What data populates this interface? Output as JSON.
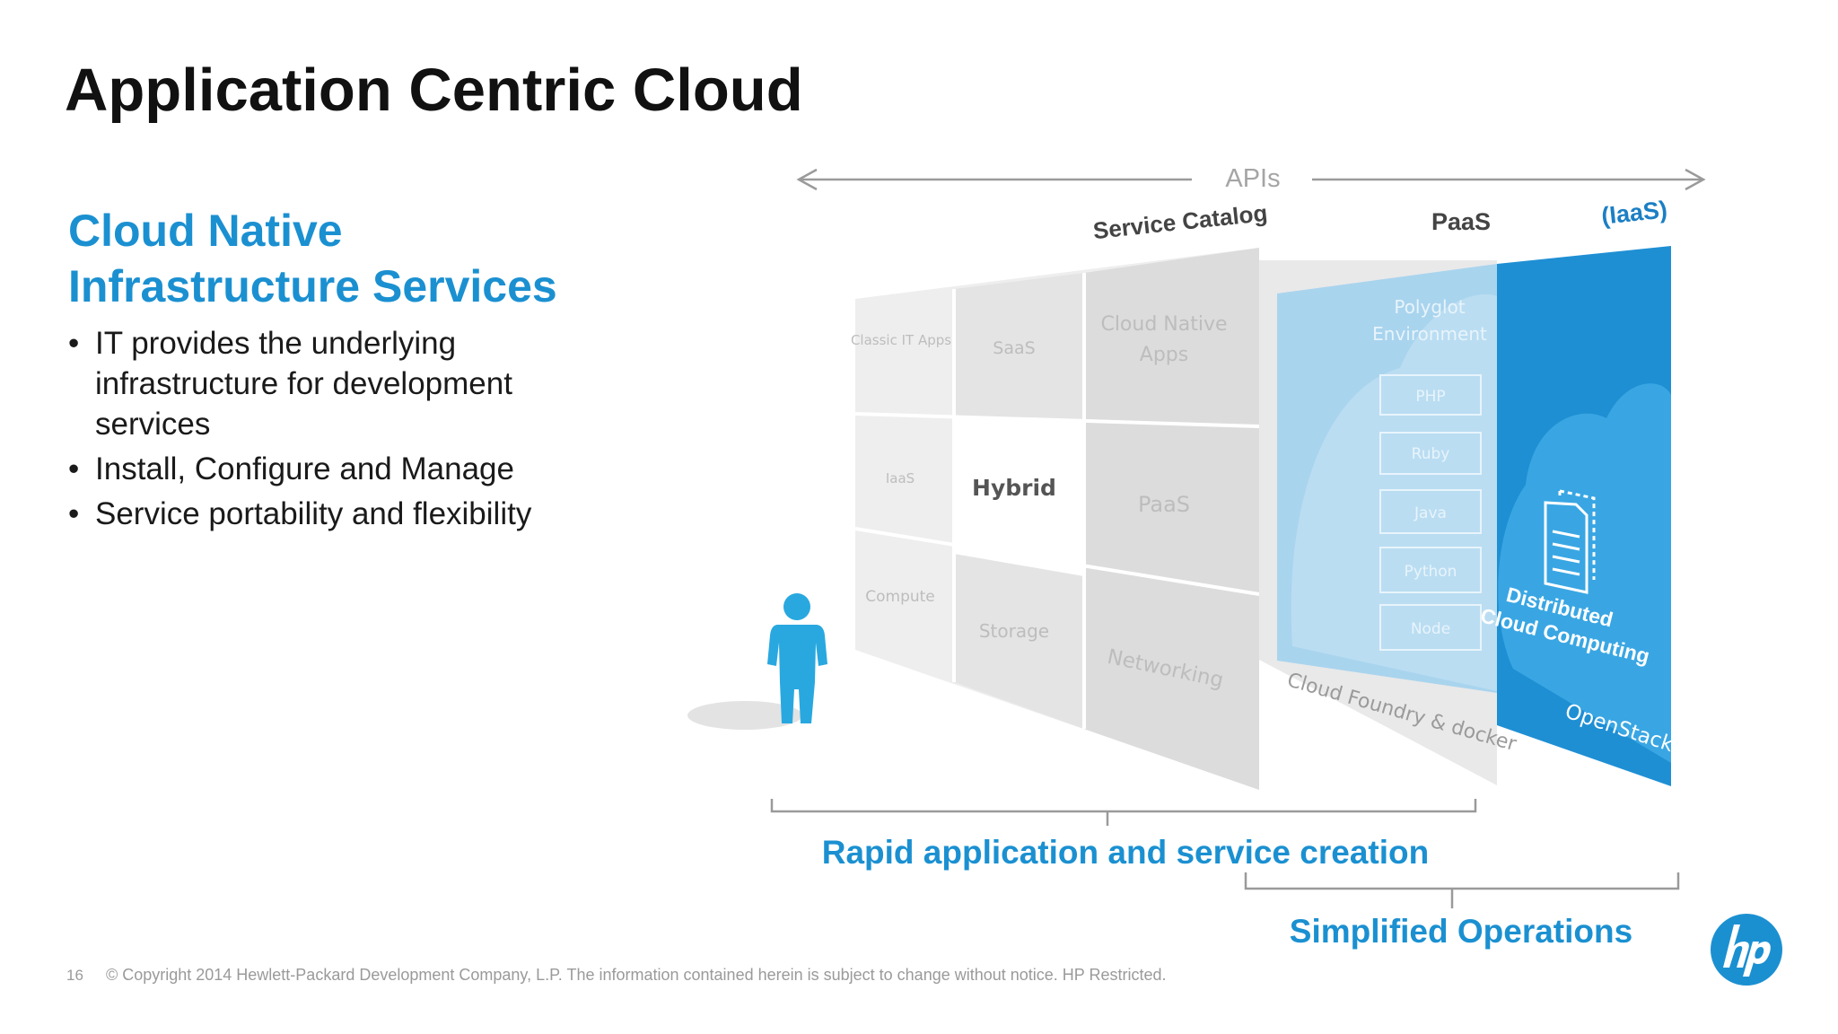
{
  "slide": {
    "title": "Application Centric Cloud",
    "subtitle_line1": "Cloud Native",
    "subtitle_line2": "Infrastructure Services",
    "bullets": [
      "IT provides the underlying infrastructure for development services",
      "Install, Configure and Manage",
      "Service portability and flexibility"
    ],
    "page_number": "16",
    "copyright": "© Copyright 2014 Hewlett-Packard Development Company, L.P.  The information contained herein is subject to change without notice. HP Restricted."
  },
  "diagram": {
    "apis_label": "APIs",
    "layer_labels": {
      "catalog": "Service Catalog",
      "paas": "PaaS",
      "iaas": "(IaaS)"
    },
    "catalog_cells": {
      "r1c1": "Classic IT Apps",
      "r1c2": "SaaS",
      "r1c3_line1": "Cloud Native",
      "r1c3_line2": "Apps",
      "r2c1": "IaaS",
      "r2c2": "Hybrid",
      "r2c3": "PaaS",
      "r3c1": "Compute",
      "r3c2": "Storage",
      "r3c3": "Networking"
    },
    "paas_panel": {
      "heading_line1": "Polyglot",
      "heading_line2": "Environment",
      "languages": [
        "PHP",
        "Ruby",
        "Java",
        "Python",
        "Node"
      ],
      "footer": "Cloud Foundry & docker"
    },
    "iaas_panel": {
      "line1": "Distributed",
      "line2": "Cloud Computing",
      "footer": "OpenStack"
    },
    "brace_rapid": "Rapid application and service creation",
    "brace_simplified": "Simplified Operations"
  },
  "colors": {
    "accent_blue": "#1b90d1",
    "iaas_blue": "#1f8fd4",
    "paas_light_blue": "#a9d4ee",
    "person_blue": "#29a8e0"
  },
  "icons": {
    "person": "person-icon",
    "document": "document-icon",
    "logo": "hp-logo"
  }
}
